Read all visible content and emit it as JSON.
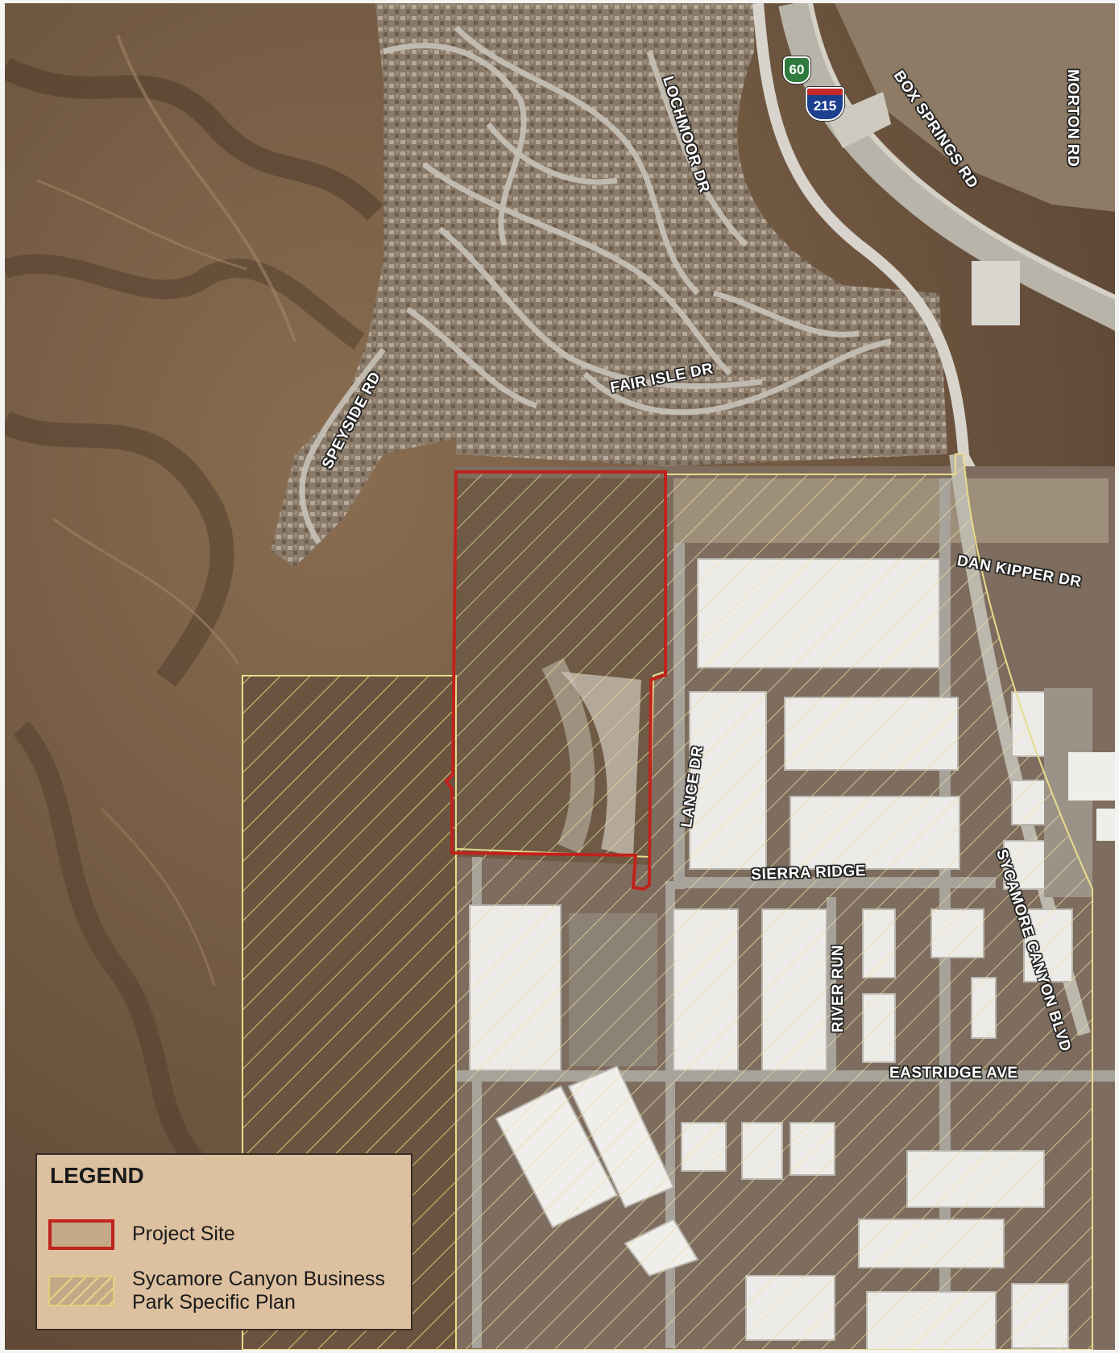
{
  "roads": {
    "box_springs_rd": "BOX SPRINGS RD",
    "morton_rd": "MORTON RD",
    "lochmoor_dr": "LOCHMOOR DR",
    "fair_isle_dr": "FAIR ISLE DR",
    "speyside_rd": "SPEYSIDE RD",
    "dan_kipper_dr": "DAN KIPPER DR",
    "lance_dr": "LANCE DR",
    "sierra_ridge": "SIERRA RIDGE",
    "sycamore_canyon_blvd": "SYCAMORE CANYON BLVD",
    "river_run": "RIVER RUN",
    "eastridge_ave": "EASTRIDGE AVE"
  },
  "highways": {
    "sr60": "60",
    "i215": "215"
  },
  "legend": {
    "title": "LEGEND",
    "project_site": "Project Site",
    "specific_plan": "Sycamore Canyon Business Park Specific Plan"
  },
  "colors": {
    "project_boundary": "#c0221c",
    "specific_plan_hatch": "#ded27a",
    "hills": "#7a5f45",
    "legend_bg": "#dcc0a0"
  },
  "icons": {
    "sr60_shield": "state-route-shield-icon",
    "i215_shield": "interstate-shield-icon"
  }
}
